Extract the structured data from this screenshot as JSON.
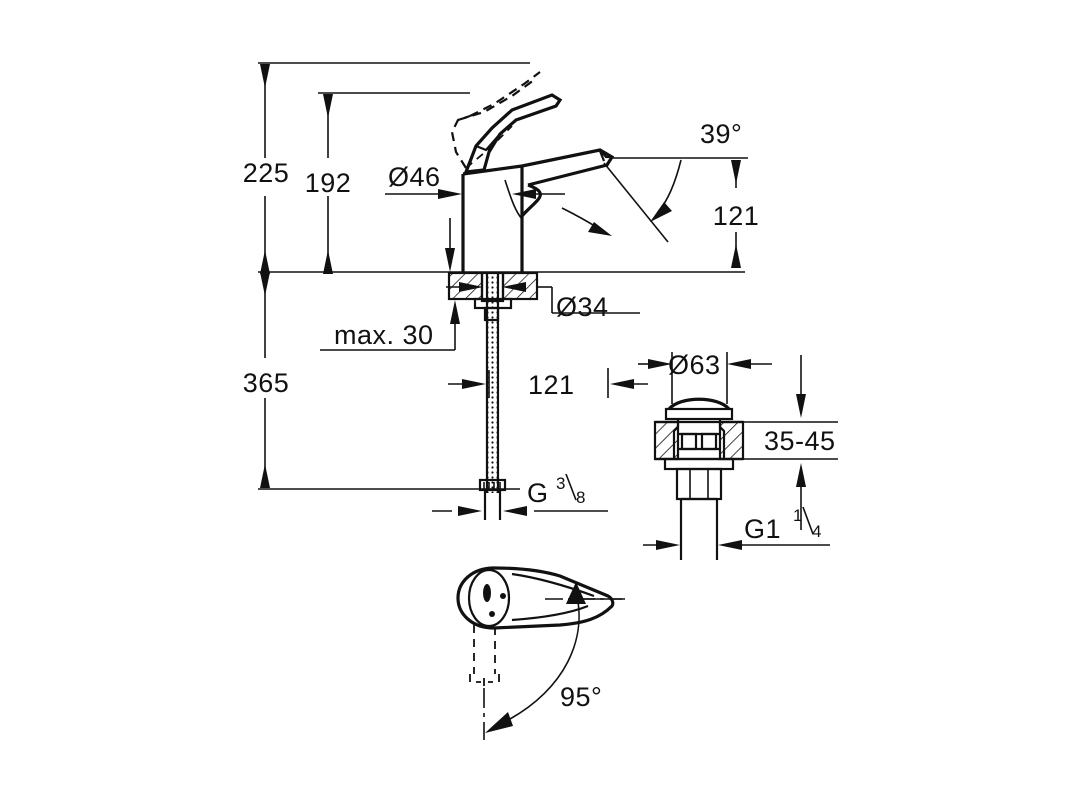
{
  "drawing": {
    "title": "Single-lever basin mixer dimensional drawing",
    "units": "mm",
    "line_color": "#111111",
    "background": "#ffffff"
  },
  "dimensions": {
    "overall_height": "225",
    "spout_height": "192",
    "total_length": "365",
    "body_diameter": "Ø46",
    "base_diameter": "Ø34",
    "max_thickness": "max. 30",
    "hose_offset": "121",
    "spout_projection": "121",
    "spout_angle": "39°",
    "swivel_angle": "95°",
    "supply_thread": "G",
    "supply_thread_num": "3",
    "supply_thread_den": "8",
    "waste_diameter": "Ø63",
    "waste_thickness": "35-45",
    "waste_thread": "G1",
    "waste_thread_num": "1",
    "waste_thread_den": "4"
  },
  "views": {
    "front_elevation": "front-elevation-view",
    "waste_detail": "pop-up-waste-detail-view",
    "spout_plan": "spout-plan-view"
  },
  "labels": [
    {
      "name": "overall-height-225",
      "text": "225"
    },
    {
      "name": "spout-height-192",
      "text": "192"
    },
    {
      "name": "body-diameter-46",
      "text": "Ø46"
    },
    {
      "name": "spout-angle-39",
      "text": "39°"
    },
    {
      "name": "spout-height-121",
      "text": "121"
    },
    {
      "name": "base-diameter-34",
      "text": "Ø34"
    },
    {
      "name": "max-thickness-30",
      "text": "max. 30"
    },
    {
      "name": "total-length-365",
      "text": "365"
    },
    {
      "name": "hose-offset-121",
      "text": "121"
    },
    {
      "name": "waste-diameter-63",
      "text": "Ø63"
    },
    {
      "name": "waste-thickness-35-45",
      "text": "35-45"
    },
    {
      "name": "supply-thread-g38",
      "text": "G 3/8"
    },
    {
      "name": "waste-thread-g114",
      "text": "G1 1/4"
    },
    {
      "name": "swivel-angle-95",
      "text": "95°"
    }
  ]
}
